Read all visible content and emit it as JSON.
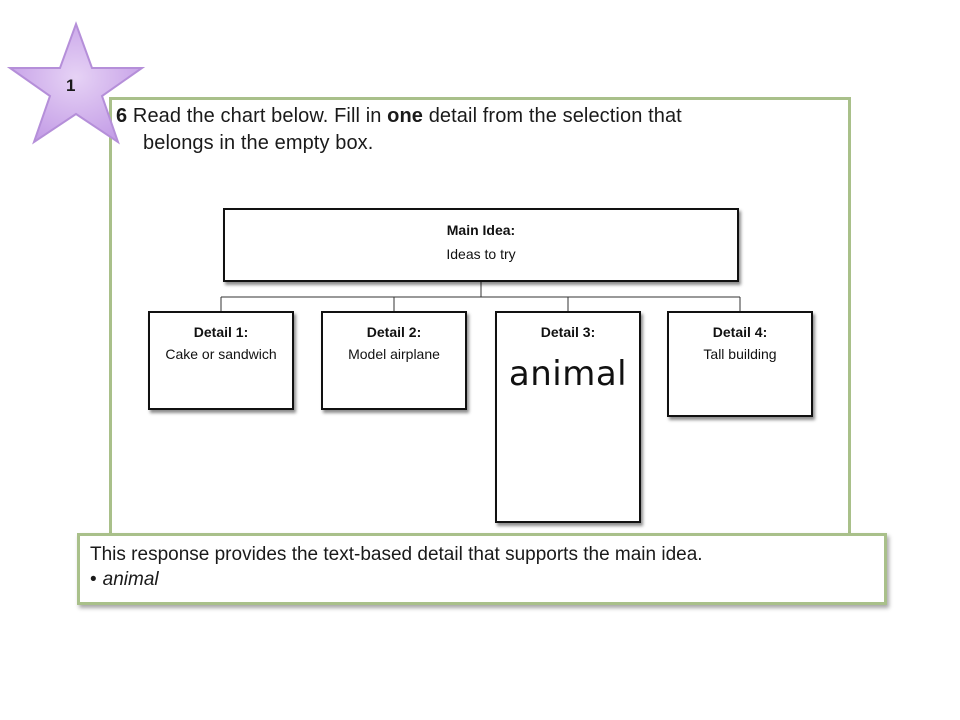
{
  "badge": {
    "number": "1",
    "fill_color": "#c9a6e8",
    "stroke_color": "#b58fd9"
  },
  "question": {
    "number": "6",
    "text_before_bold": "Read the chart below. Fill in",
    "bold_word": "one",
    "text_after_bold": "detail from the selection that",
    "line2": "belongs in the empty box."
  },
  "diagram": {
    "main_idea": {
      "heading": "Main Idea:",
      "text": "Ideas to try"
    },
    "details": [
      {
        "heading": "Detail 1:",
        "text": "Cake or sandwich"
      },
      {
        "heading": "Detail 2:",
        "text": "Model airplane"
      },
      {
        "heading": "Detail 3:",
        "text": "animal"
      },
      {
        "heading": "Detail 4:",
        "text": "Tall building"
      }
    ]
  },
  "response": {
    "text": "This response provides the text-based detail that supports the main idea.",
    "bullet": "•",
    "bullet_text": "animal"
  },
  "colors": {
    "panel_border": "#a9c08a",
    "box_border": "#111111"
  }
}
